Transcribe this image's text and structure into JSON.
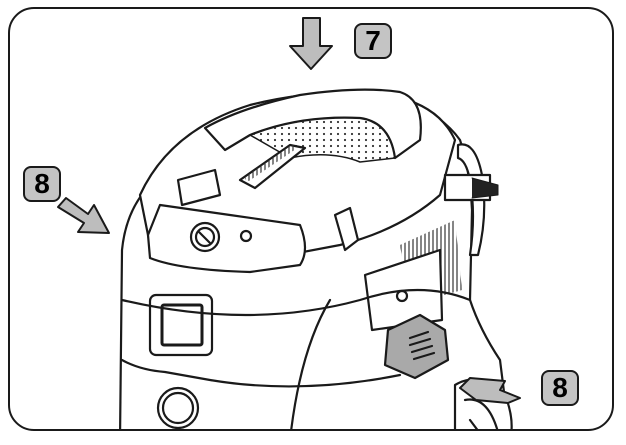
{
  "figure": {
    "subject": "wet/dry vacuum cleaner — lid attachment and locking latches",
    "callouts": [
      {
        "id": "step-7",
        "label": "7",
        "arrow": "down-arrow",
        "meaning": "press lid down"
      },
      {
        "id": "step-8-left",
        "label": "8",
        "arrow": "diagonal-arrow",
        "meaning": "close left latch"
      },
      {
        "id": "step-8-right",
        "label": "8",
        "arrow": "diagonal-arrow",
        "meaning": "close right latch"
      }
    ],
    "colors": {
      "outline": "#1a1a1a",
      "callout_fill": "#c4c4c4",
      "arrow_fill": "#bdbdbd",
      "latch_fill": "#a9a9a9",
      "background": "#ffffff"
    }
  }
}
